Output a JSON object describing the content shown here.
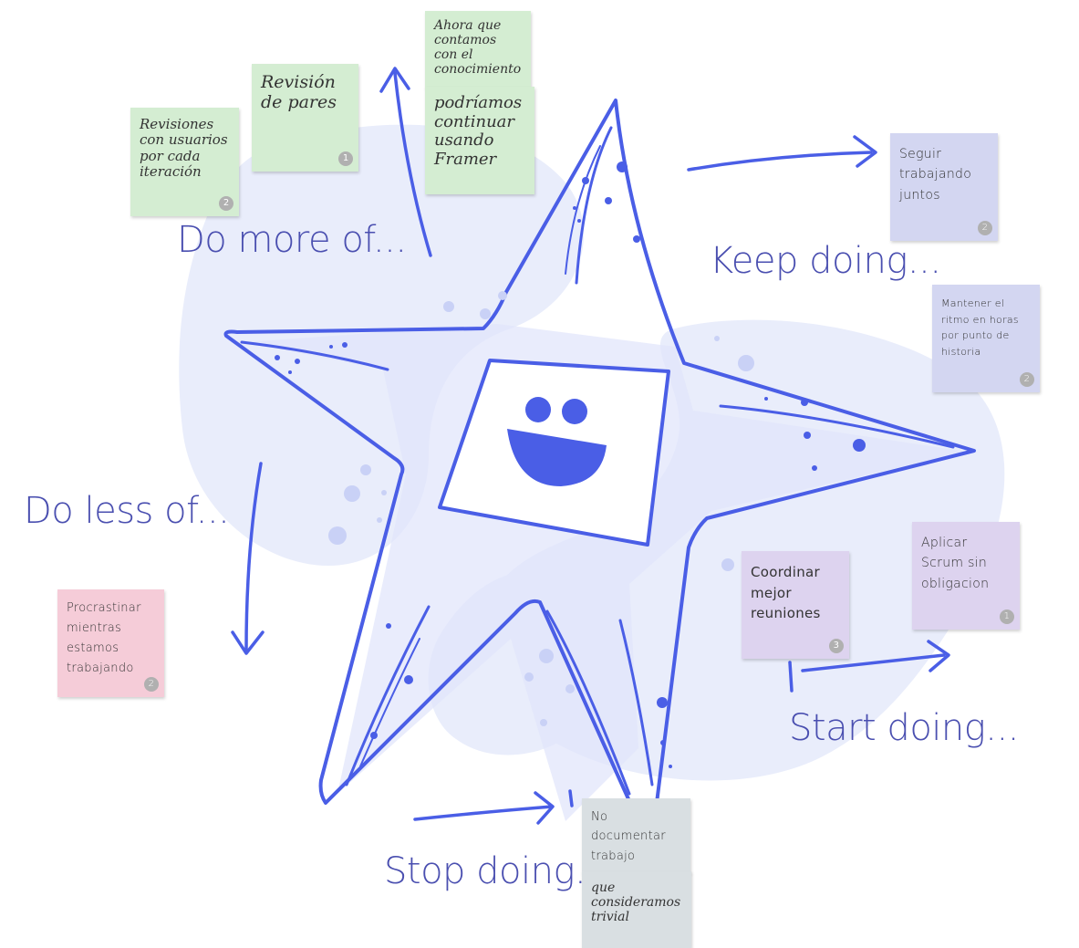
{
  "colors": {
    "accent": "#4a5ee6",
    "label": "#4a4fb0",
    "blob": "#e9edfb",
    "sticky_green": "#d4edd2",
    "sticky_blue": "#d3d6f1",
    "sticky_lavender": "#ddd3ef",
    "sticky_pink": "#f5ccd8",
    "sticky_gray": "#d9dfe2"
  },
  "sections": {
    "do_more": "Do more of...",
    "keep_doing": "Keep doing...",
    "do_less": "Do less of...",
    "start_doing": "Start doing...",
    "stop_doing": "Stop doing..."
  },
  "stickies": {
    "revisiones": {
      "text": "Revisiones con usuarios por cada iteración",
      "votes": "2"
    },
    "revision_pares": {
      "text": "Revisión de pares",
      "votes": "1"
    },
    "ahora": {
      "text": "Ahora que contamos con el conocimiento"
    },
    "podriamos": {
      "text": "podríamos continuar usando Framer"
    },
    "seguir": {
      "text": "Seguir trabajando juntos",
      "votes": "2"
    },
    "mantener": {
      "text": "Mantener el ritmo en horas por punto de historia",
      "votes": "2"
    },
    "aplicar": {
      "text": "Aplicar Scrum sin obligacion",
      "votes": "1"
    },
    "coordinar": {
      "text": "Coordinar mejor reuniones",
      "votes": "3"
    },
    "procrastinar": {
      "text": "Procrastinar mientras estamos trabajando",
      "votes": "2"
    },
    "no_documentar": {
      "text": "No documentar trabajo"
    },
    "que_consideramos": {
      "text": "que consideramos trivial"
    }
  },
  "icons": {
    "mascot": "smiley-star-icon"
  }
}
